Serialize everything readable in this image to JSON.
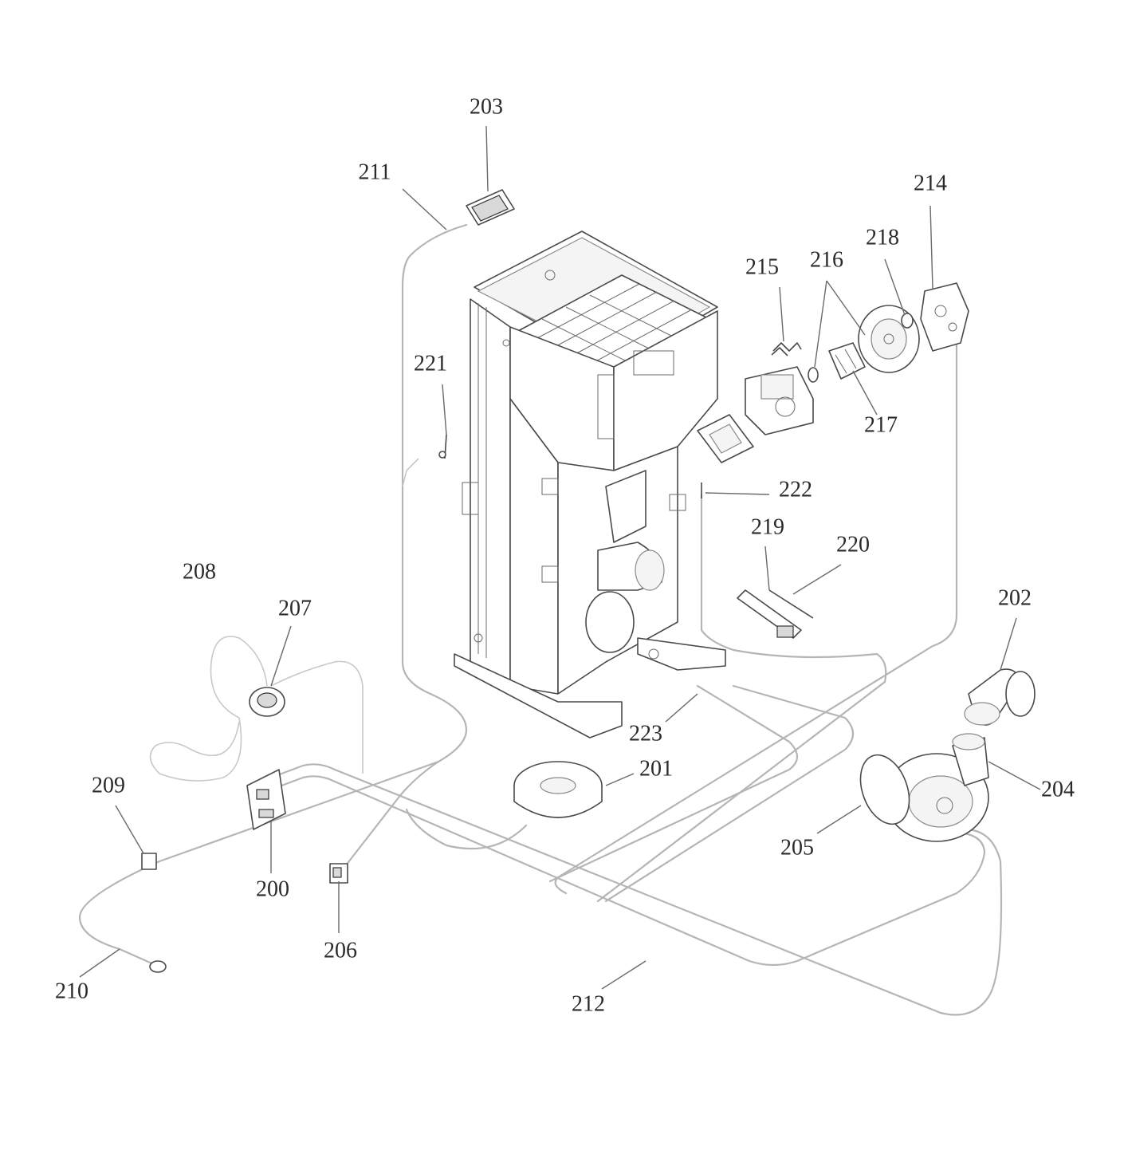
{
  "labels": {
    "l203": "203",
    "l211": "211",
    "l214": "214",
    "l218": "218",
    "l215": "215",
    "l216": "216",
    "l221": "221",
    "l217": "217",
    "l222": "222",
    "l219": "219",
    "l220": "220",
    "l208": "208",
    "l207": "207",
    "l202": "202",
    "l223": "223",
    "l201": "201",
    "l204": "204",
    "l209": "209",
    "l200": "200",
    "l205": "205",
    "l206": "206",
    "l210": "210",
    "l212": "212"
  },
  "colors": {
    "background": "#ffffff",
    "line": "#4a4a4a",
    "wire": "#b5b5b5"
  }
}
